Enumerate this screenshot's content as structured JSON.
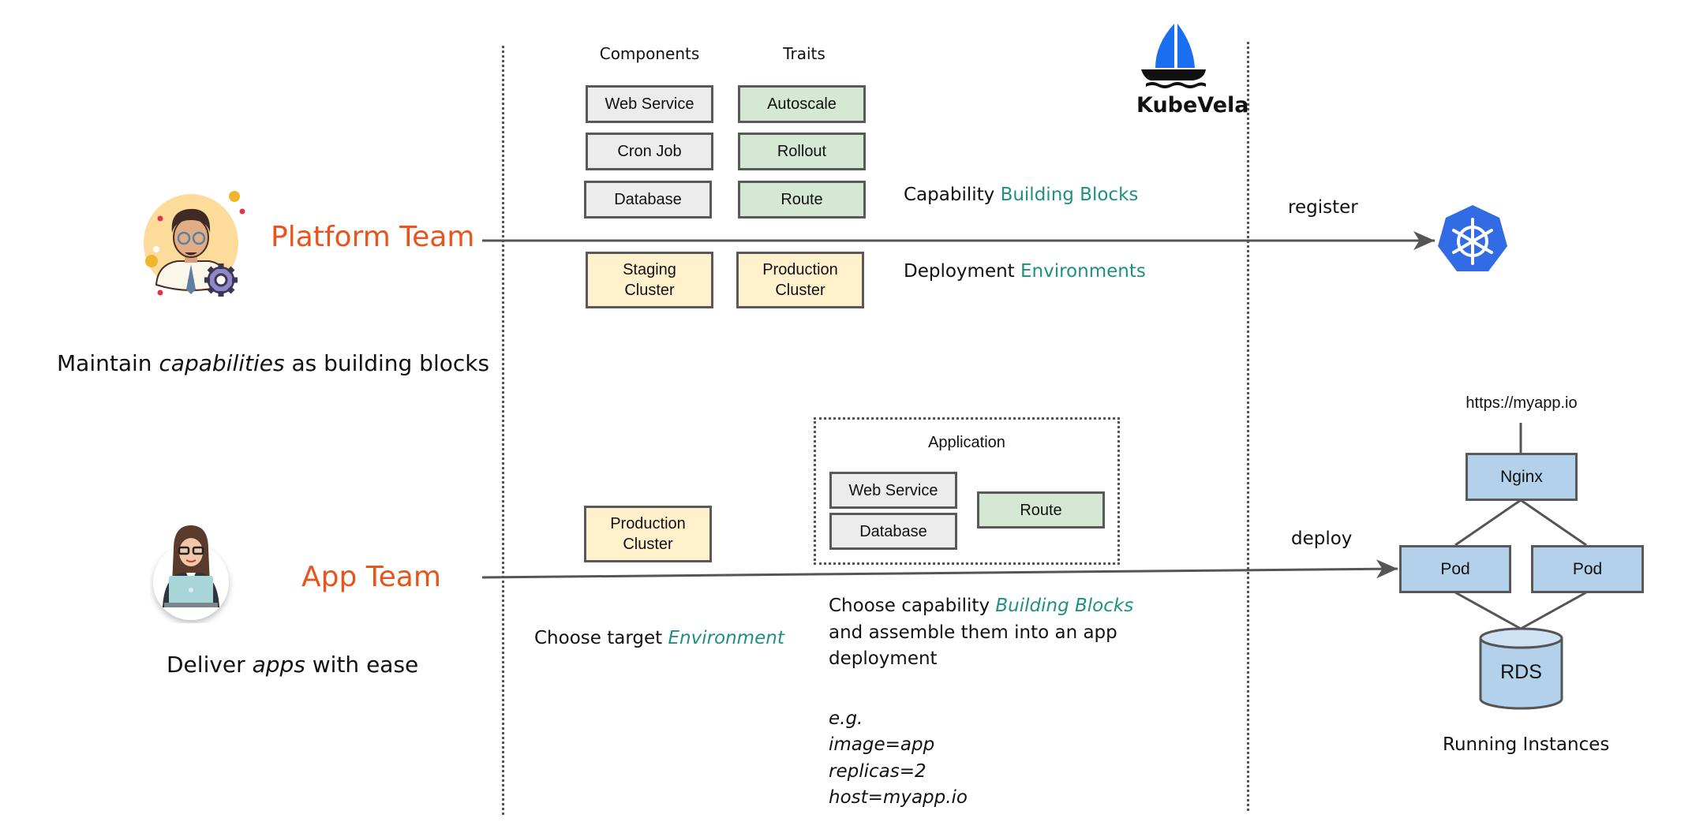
{
  "colors": {
    "team_orange": "#e8541c",
    "accent_green": "#1f9080",
    "component_grey": "#ececec",
    "trait_green": "#d5e8d4",
    "environment_yellow": "#fff1cc",
    "instance_blue": "#b3d1ea",
    "kubevela_blue": "#1a6ef0",
    "kubernetes_blue": "#326ce5"
  },
  "platform_team": {
    "title": "Platform Team",
    "caption_pre": "Maintain ",
    "caption_em": "capabilities",
    "caption_post": " as building blocks",
    "avatar_icon": "developer-with-gear-icon"
  },
  "app_team": {
    "title": "App Team",
    "caption_pre": "Deliver ",
    "caption_em": "apps",
    "caption_post": " with ease",
    "avatar_icon": "developer-with-laptop-icon"
  },
  "catalog": {
    "components_heading": "Components",
    "traits_heading": "Traits",
    "components": [
      "Web Service",
      "Cron Job",
      "Database"
    ],
    "traits": [
      "Autoscale",
      "Rollout",
      "Route"
    ],
    "environments": [
      {
        "line1": "Staging",
        "line2": "Cluster"
      },
      {
        "line1": "Production",
        "line2": "Cluster"
      }
    ],
    "capability_label_pre": "Capability ",
    "capability_label_accent": "Building Blocks",
    "environment_label_pre": "Deployment ",
    "environment_label_accent": "Environments"
  },
  "logo": {
    "name": "KubeVela",
    "icon": "sailboat-icon"
  },
  "register": {
    "label": "register",
    "target_icon": "kubernetes-helm-icon"
  },
  "app_section": {
    "selected_environment": {
      "line1": "Production",
      "line2": "Cluster"
    },
    "application_title": "Application",
    "application_components": [
      "Web Service",
      "Database"
    ],
    "application_traits": [
      "Route"
    ],
    "choose_env_pre": "Choose target ",
    "choose_env_accent": "Environment",
    "choose_blocks_pre": "Choose capability ",
    "choose_blocks_accent": "Building Blocks",
    "choose_blocks_line2": "and assemble them into an app",
    "choose_blocks_line3": "deployment",
    "example_lines": [
      "e.g.",
      "image=app",
      "replicas=2",
      "host=myapp.io"
    ]
  },
  "deploy": {
    "label": "deploy"
  },
  "running_instances": {
    "url": "https://myapp.io",
    "ingress": "Nginx",
    "pods": [
      "Pod",
      "Pod"
    ],
    "database": "RDS",
    "caption": "Running Instances"
  }
}
